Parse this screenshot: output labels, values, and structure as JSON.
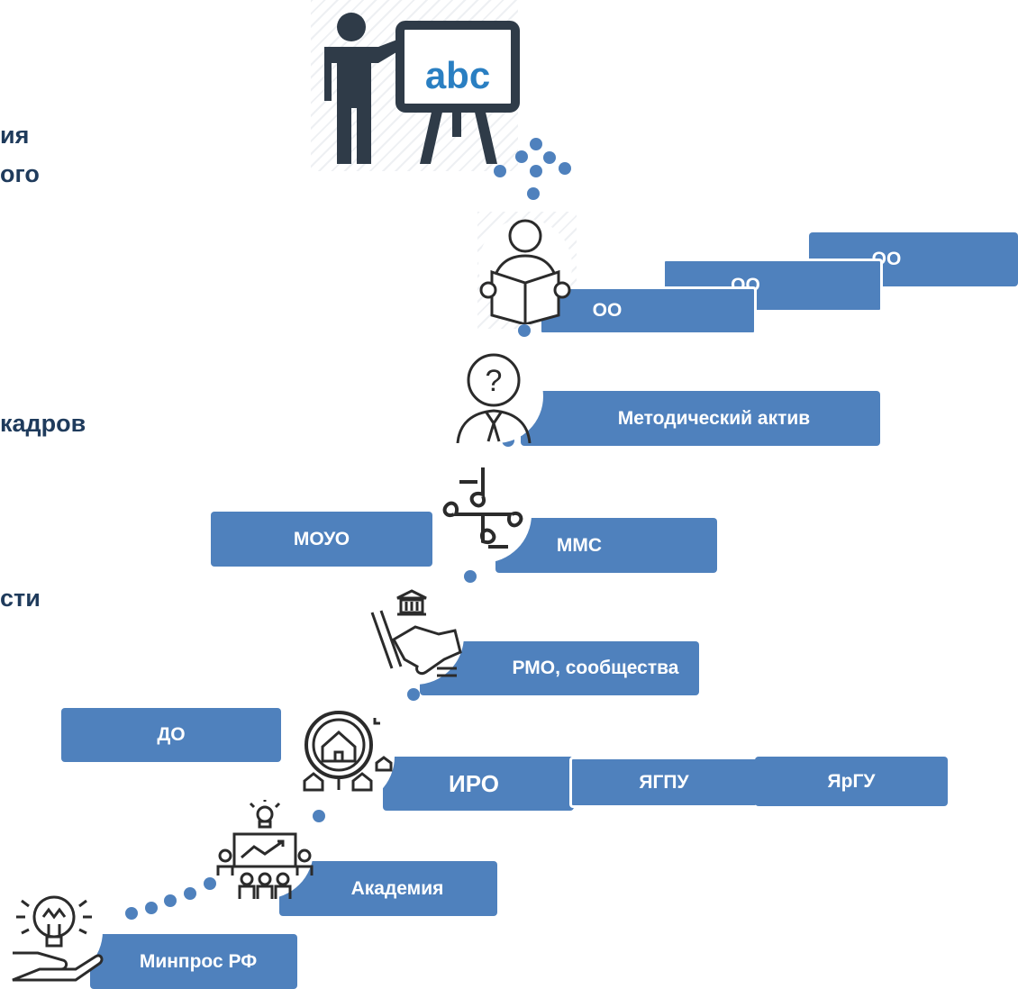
{
  "headings": [
    "ия",
    "ого",
    "кадров",
    "сти"
  ],
  "boxes": {
    "oo_1": "ОО",
    "oo_2": "ОО",
    "oo_3": "ОО",
    "metod": "Методический актив",
    "moyo": "МОУО",
    "mms": "ММС",
    "rmo": "РМО, сообщества",
    "do": "ДО",
    "iro": "ИРО",
    "yagpu": "ЯГПУ",
    "yargu": "ЯрГУ",
    "academy": "Академия",
    "minpros": "Минпрос РФ"
  },
  "board_text": "abc",
  "icons": [
    "teacher-board-icon",
    "reader-icon",
    "question-person-icon",
    "puzzle-icon",
    "handshake-building-icon",
    "magnifier-house-icon",
    "presentation-group-icon",
    "lightbulb-hand-icon"
  ],
  "colors": {
    "box": "#4f81bd",
    "heading": "#1f3b5c",
    "icon": "#2b2b2b"
  }
}
